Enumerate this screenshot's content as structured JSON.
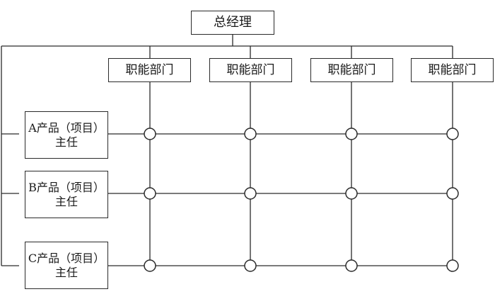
{
  "diagram": {
    "title": "矩阵制组织结构",
    "general_manager": {
      "label": "总经理"
    },
    "departments": [
      {
        "label": "职能部门"
      },
      {
        "label": "职能部门"
      },
      {
        "label": "职能部门"
      },
      {
        "label": "职能部门"
      }
    ],
    "products": [
      {
        "line1": "A产品（项目）",
        "line2": "主任"
      },
      {
        "line1": "B产品（项目）",
        "line2": "主任"
      },
      {
        "line1": "C产品（项目）",
        "line2": "主任"
      }
    ],
    "colors": {
      "line": "#2a2a2a",
      "background": "#ffffff"
    }
  }
}
